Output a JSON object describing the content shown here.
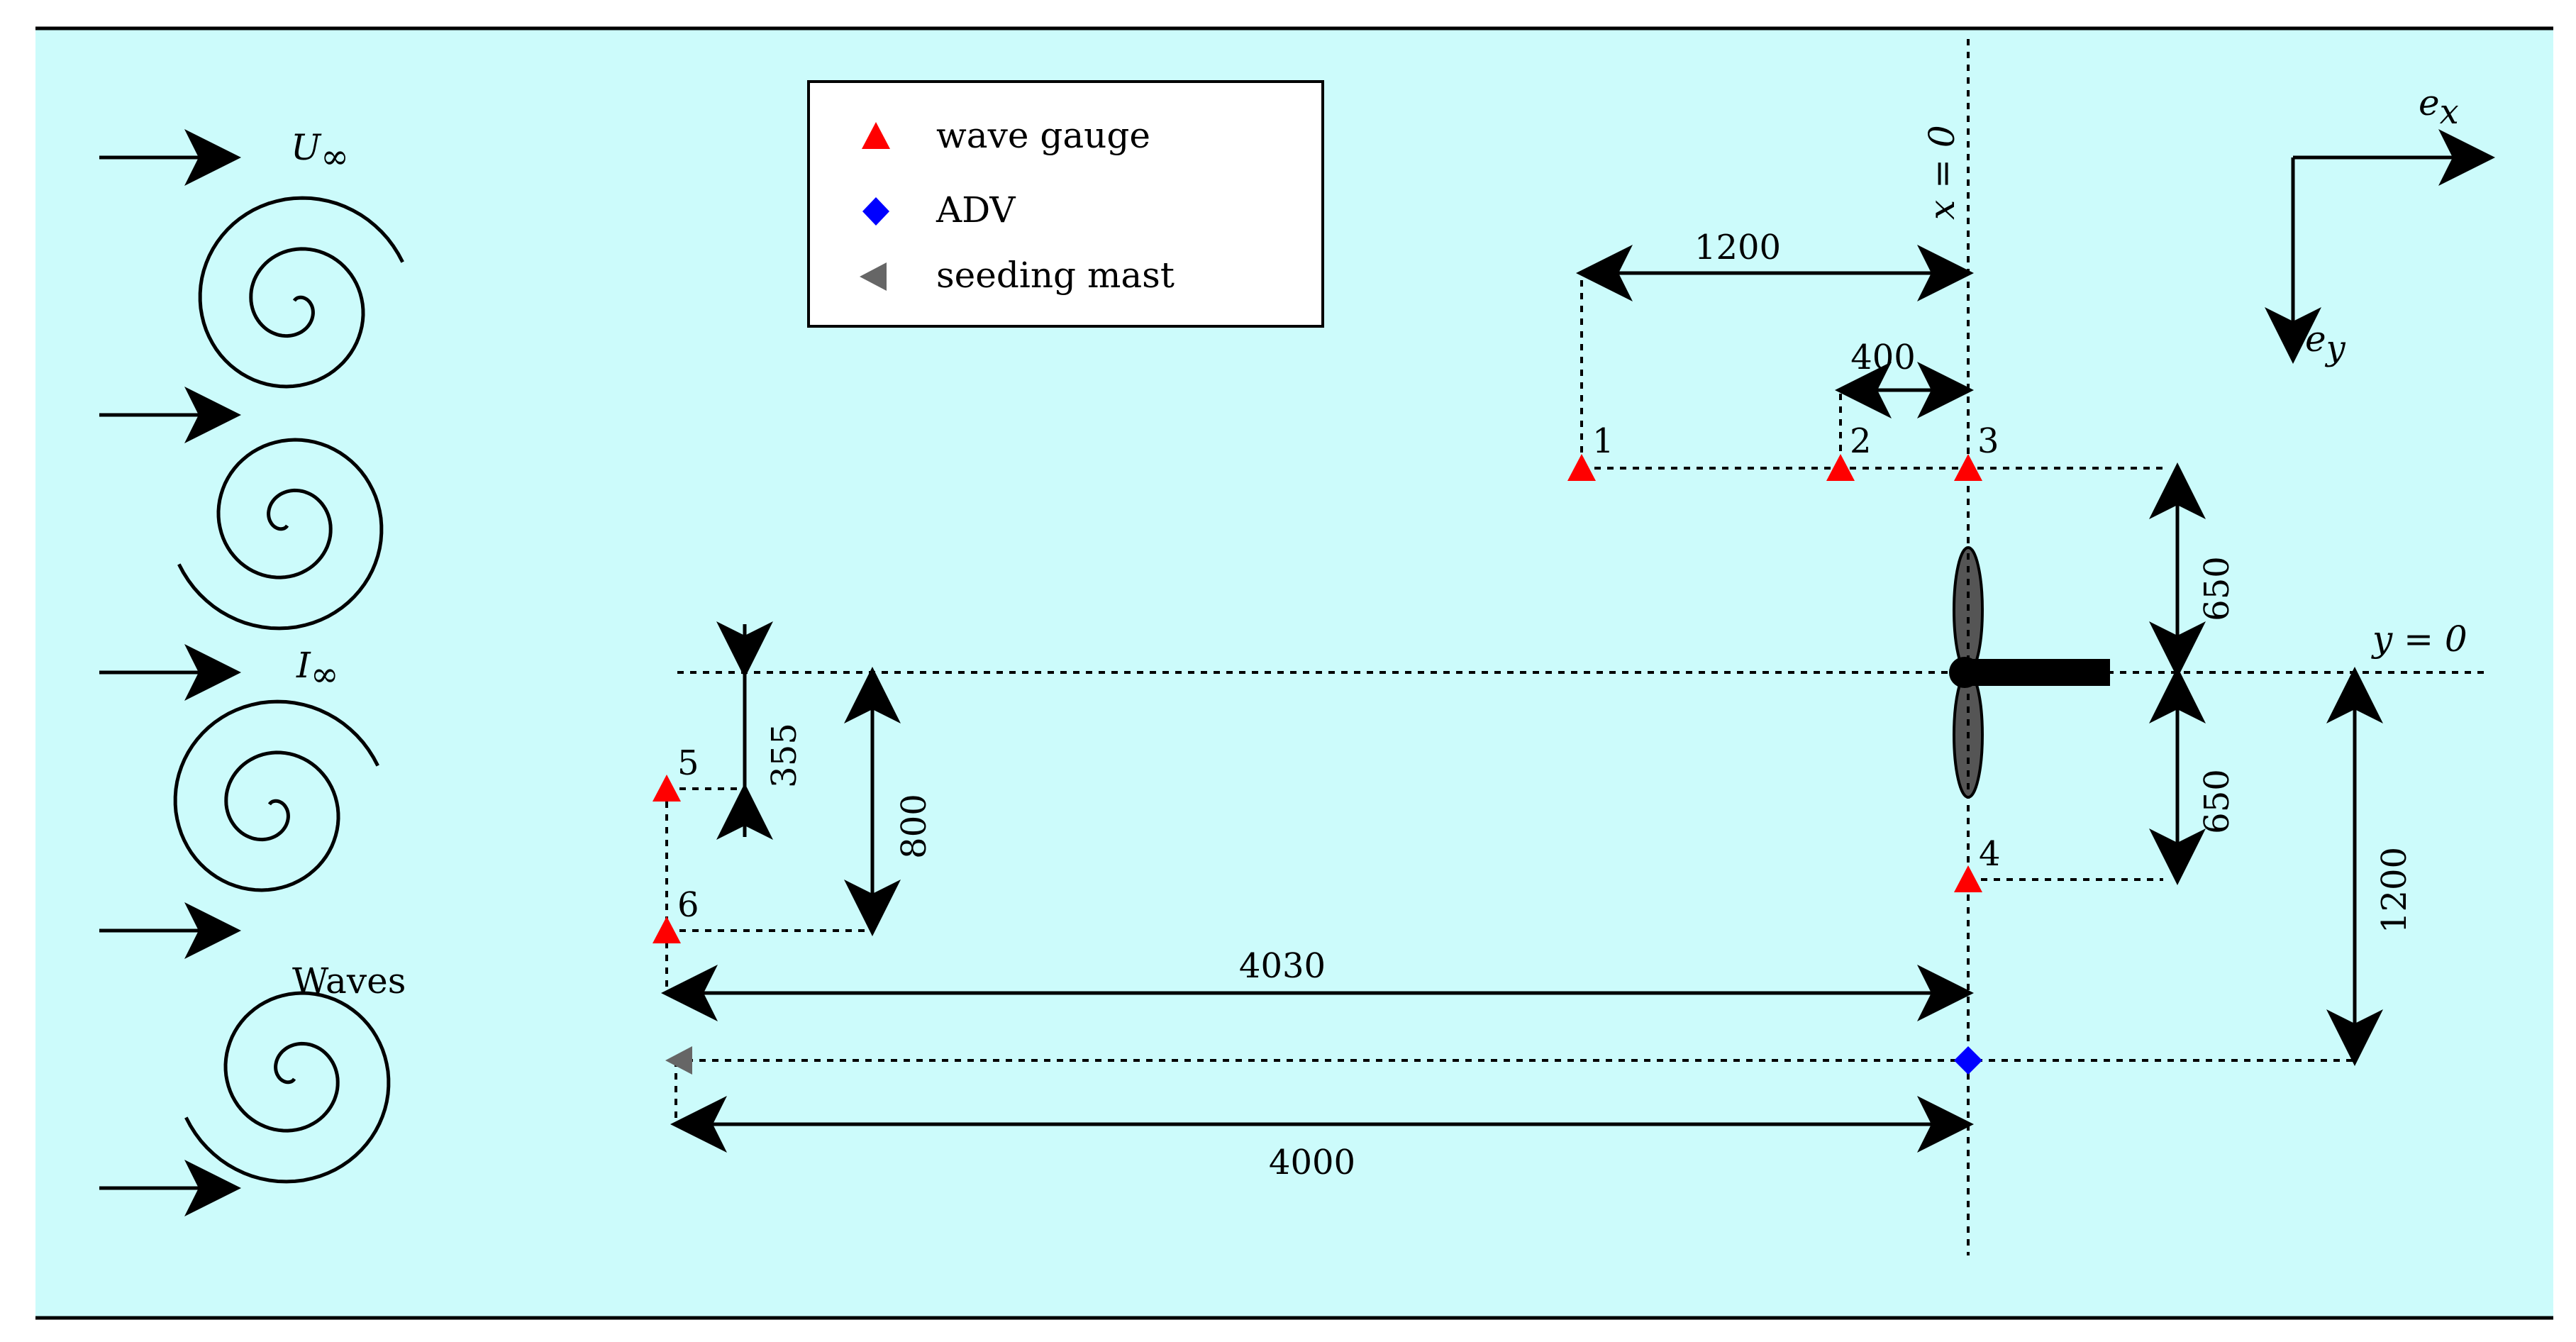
{
  "colors": {
    "tank": "#ccfbfb",
    "wave_gauge": "#ff0000",
    "adv": "#0000ff",
    "seeding_mast": "#666666",
    "turbine_blade": "#555555"
  },
  "inflow": {
    "u_inf": "U",
    "u_inf_sub": "∞",
    "i_inf": "I",
    "i_inf_sub": "∞",
    "waves": "Waves"
  },
  "legend": {
    "items": [
      {
        "label": "wave gauge",
        "icon": "red-triangle-icon"
      },
      {
        "label": "ADV",
        "icon": "blue-diamond-icon"
      },
      {
        "label": "seeding mast",
        "icon": "grey-left-triangle-icon"
      }
    ]
  },
  "axes": {
    "x_zero": "x = 0",
    "y_zero": "y = 0",
    "ex": "e",
    "ex_sub": "x",
    "ey": "e",
    "ey_sub": "y"
  },
  "gauge_labels": [
    "1",
    "2",
    "3",
    "4",
    "5",
    "6"
  ],
  "dimensions": {
    "d1200_top": "1200",
    "d400": "400",
    "d650_upper": "650",
    "d650_lower": "650",
    "d355": "355",
    "d800": "800",
    "d4030": "4030",
    "d4000": "4000",
    "d1200_right": "1200"
  }
}
